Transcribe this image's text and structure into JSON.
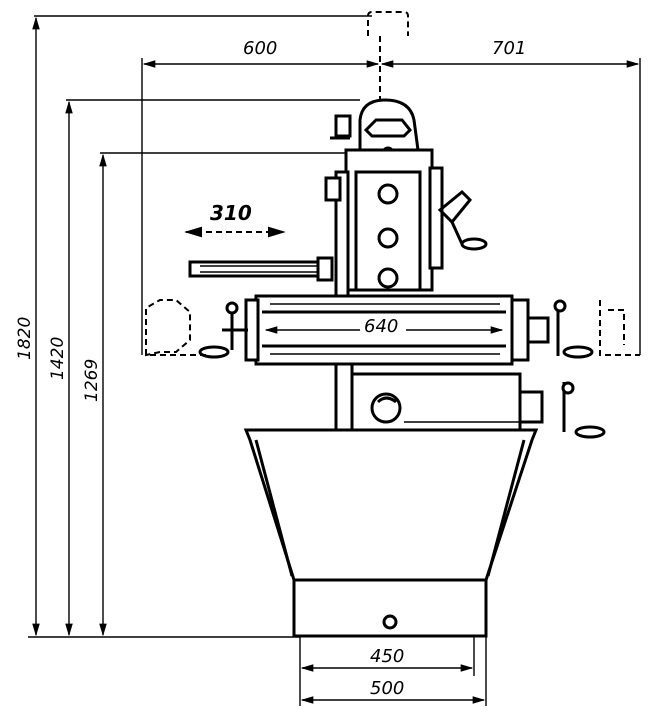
{
  "dimensions": {
    "total_height": "1820",
    "height_1420": "1420",
    "height_1269": "1269",
    "left_reach": "600",
    "right_reach": "701",
    "table_travel": "310",
    "table_length": "640",
    "base_inner": "450",
    "base_outer": "500"
  }
}
